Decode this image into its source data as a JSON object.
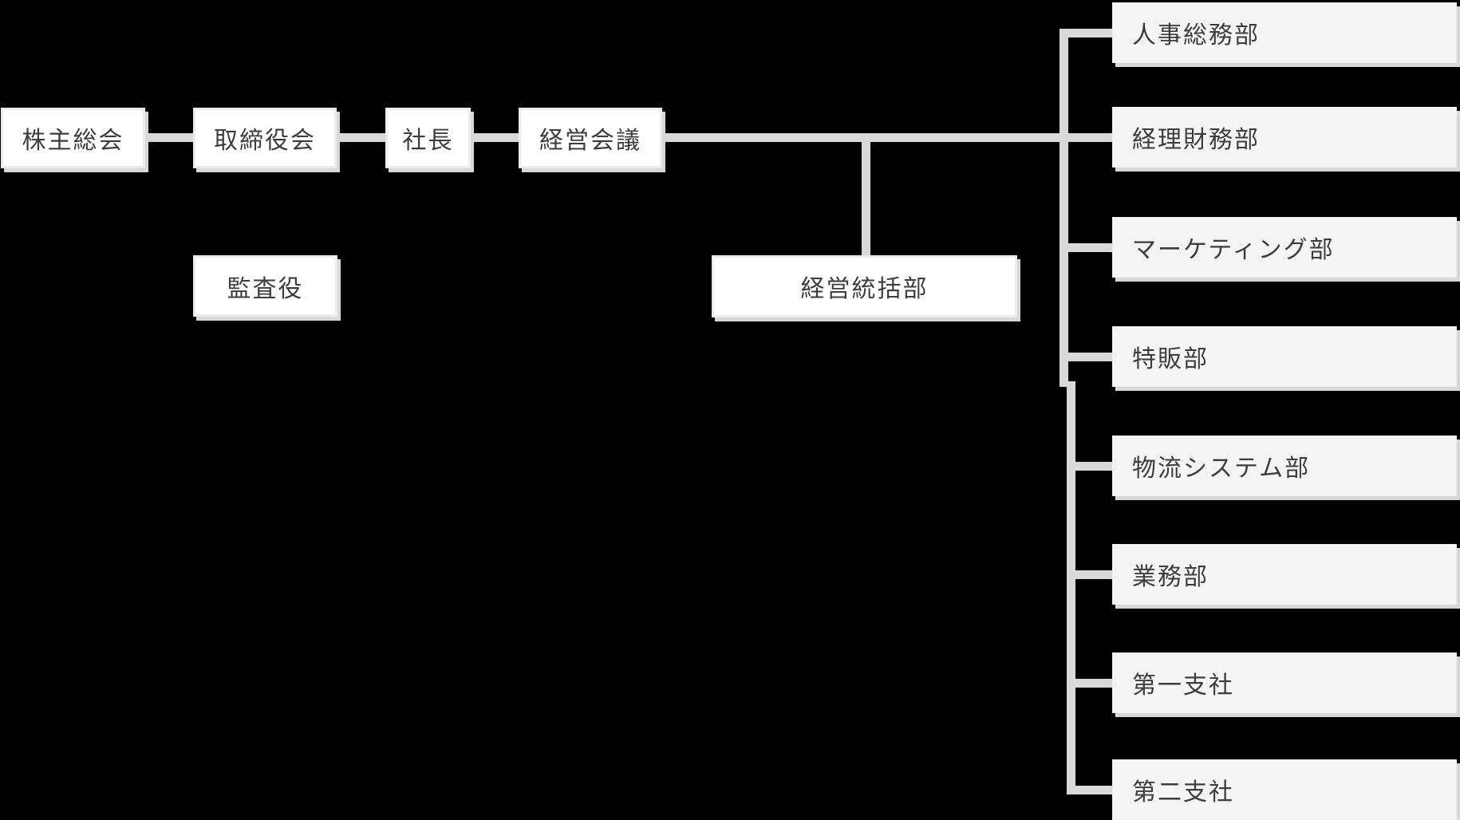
{
  "diagram_type": "organization-chart",
  "colors": {
    "background": "#000000",
    "connector": "#d9d9d9",
    "box_fill_primary": "#ffffff",
    "box_fill_secondary": "#f5f5f5",
    "box_shadow": "#d8d8d8",
    "text": "#3d3d3d"
  },
  "nodes": {
    "shareholders_meeting": "株主総会",
    "board_of_directors": "取締役会",
    "president": "社長",
    "management_council": "経営会議",
    "auditor": "監査役",
    "management_control_dept": "経営統括部",
    "departments": [
      "人事総務部",
      "経理財務部",
      "マーケティング部",
      "特販部",
      "物流システム部",
      "業務部",
      "第一支社",
      "第二支社"
    ]
  },
  "edges": [
    "株主総会 - 取締役会",
    "取締役会 - 社長",
    "社長 - 経営会議",
    "経営会議 - 経営統括部",
    "経営会議 - 人事総務部",
    "経営会議 - 経理財務部",
    "経営会議 - マーケティング部",
    "経営会議 - 特販部",
    "経営会議 - 物流システム部",
    "経営会議 - 業務部",
    "経営会議 - 第一支社",
    "経営会議 - 第二支社"
  ]
}
